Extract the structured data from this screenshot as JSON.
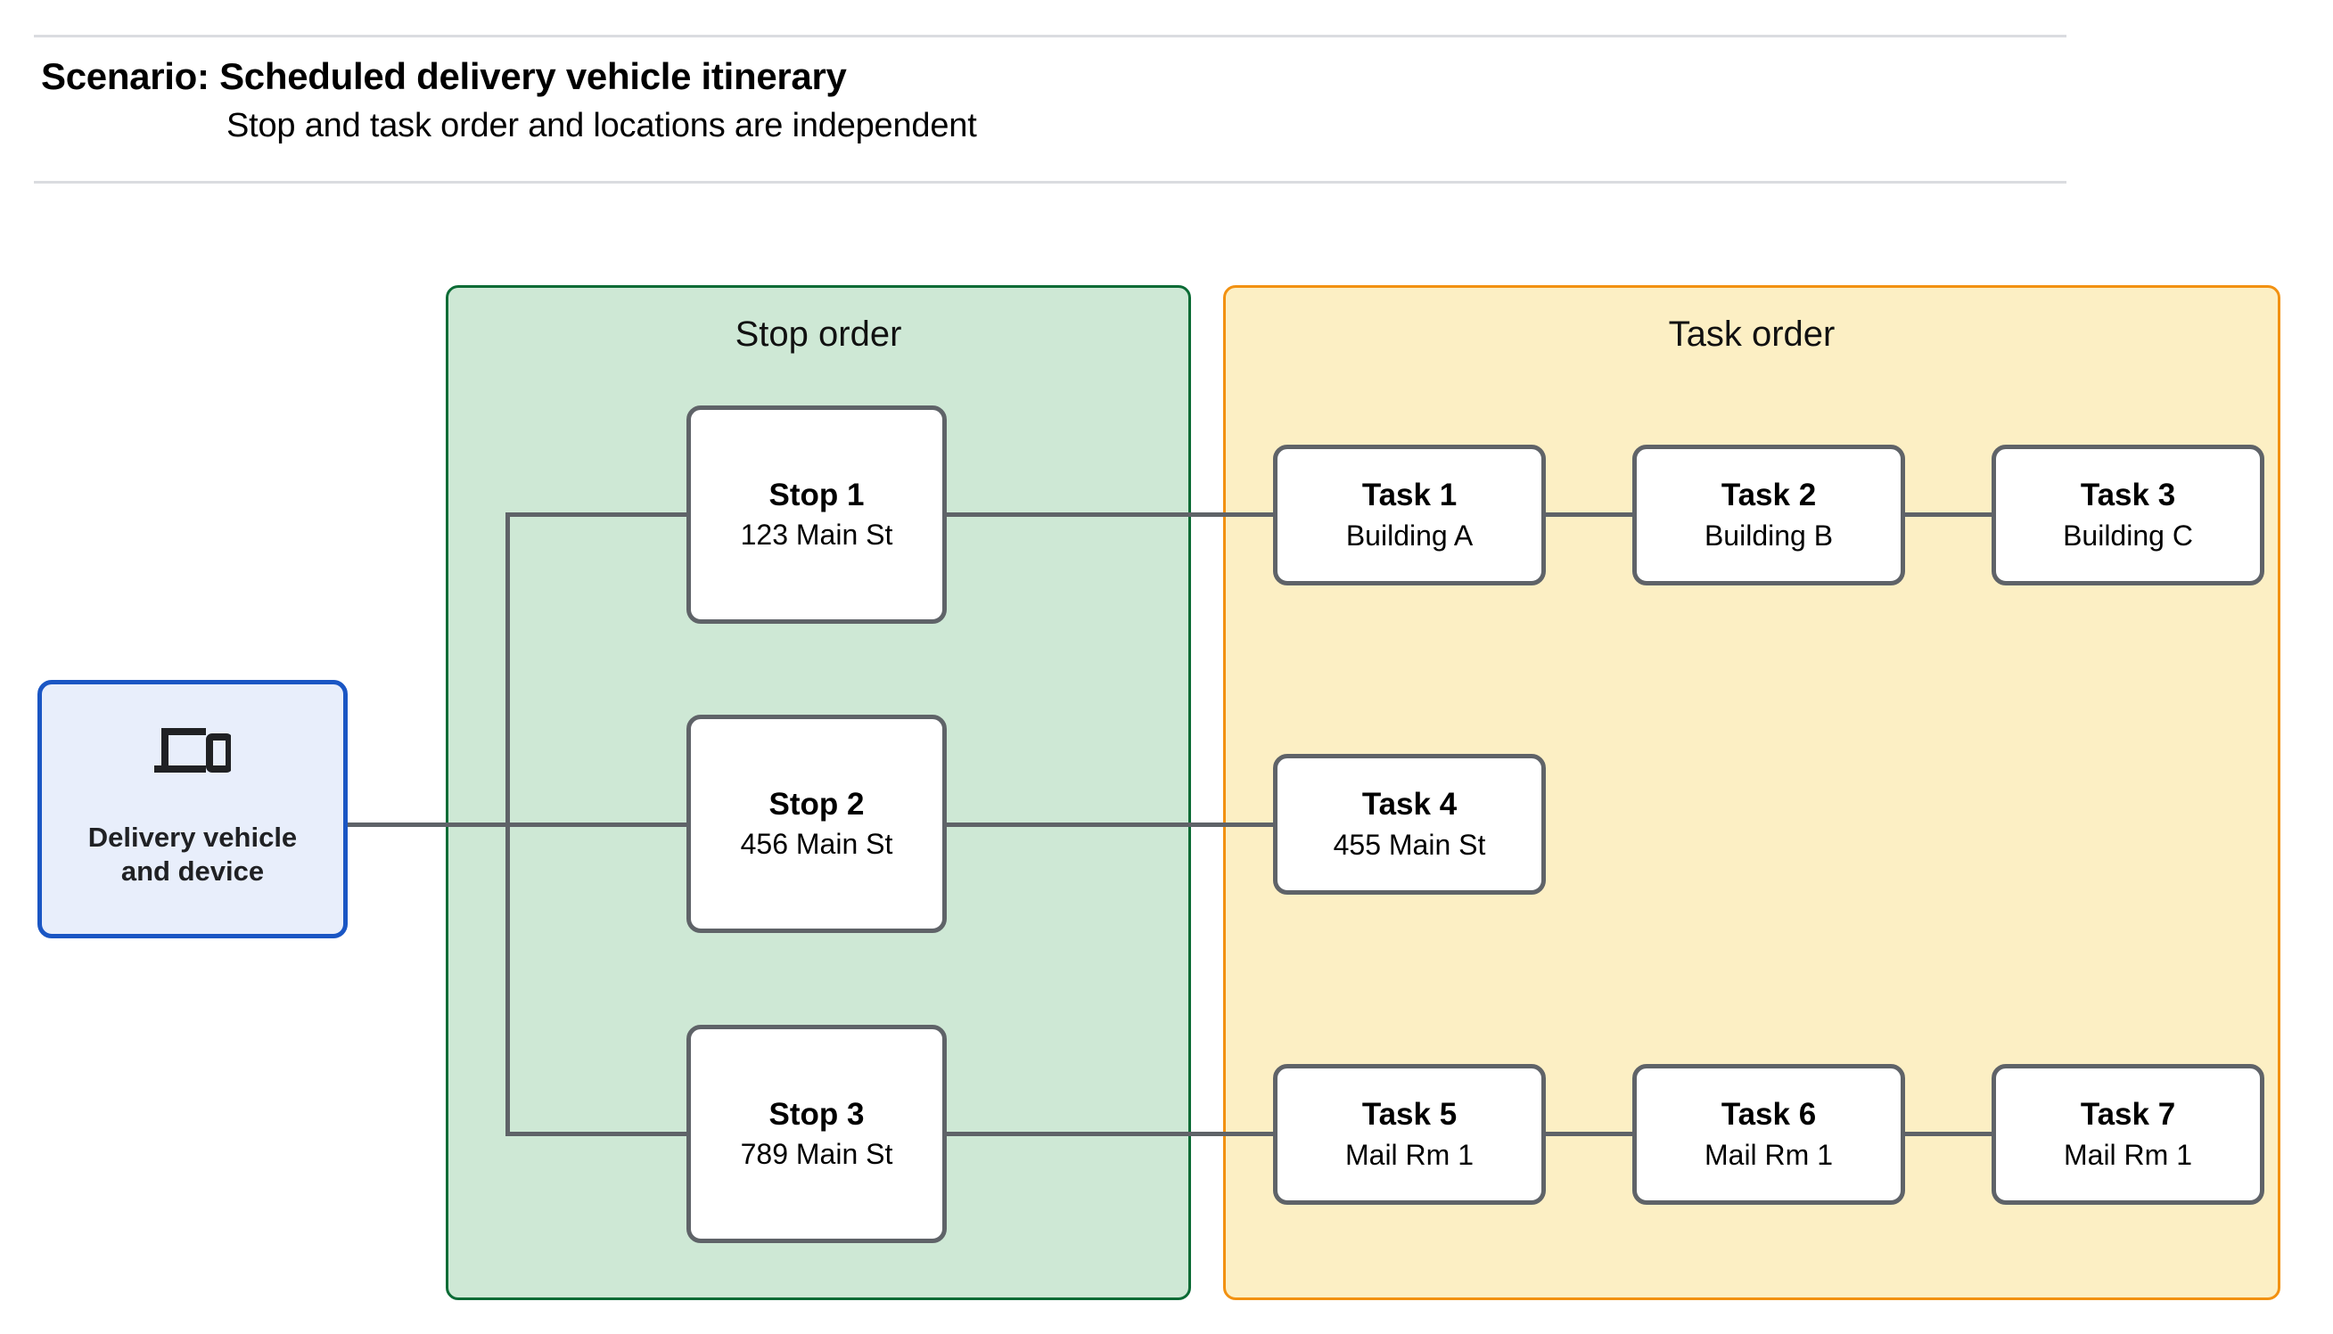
{
  "header": {
    "title": "Scenario: Scheduled delivery vehicle itinerary",
    "subtitle": "Stop and task order and locations are independent"
  },
  "colors": {
    "stop_panel_fill": "#cee8d5",
    "stop_panel_border": "#0b6b35",
    "task_panel_fill": "#fcefc4",
    "task_panel_border": "#f29111",
    "vehicle_fill": "#e8eefb",
    "vehicle_border": "#1a56c4",
    "node_border": "#5f6368",
    "connector": "#5f6368",
    "rule": "#dadce0"
  },
  "vehicle": {
    "label": "Delivery vehicle\nand device",
    "icon": "devices-icon"
  },
  "stop_panel": {
    "title": "Stop order",
    "stops": [
      {
        "title": "Stop 1",
        "address": "123 Main St"
      },
      {
        "title": "Stop 2",
        "address": "456 Main St"
      },
      {
        "title": "Stop 3",
        "address": "789 Main St"
      }
    ]
  },
  "task_panel": {
    "title": "Task order",
    "rows": [
      [
        {
          "title": "Task 1",
          "location": "Building A"
        },
        {
          "title": "Task 2",
          "location": "Building B"
        },
        {
          "title": "Task 3",
          "location": "Building C"
        }
      ],
      [
        {
          "title": "Task 4",
          "location": "455 Main St"
        }
      ],
      [
        {
          "title": "Task 5",
          "location": "Mail Rm 1"
        },
        {
          "title": "Task 6",
          "location": "Mail Rm 1"
        },
        {
          "title": "Task 7",
          "location": "Mail Rm 1"
        }
      ]
    ]
  }
}
